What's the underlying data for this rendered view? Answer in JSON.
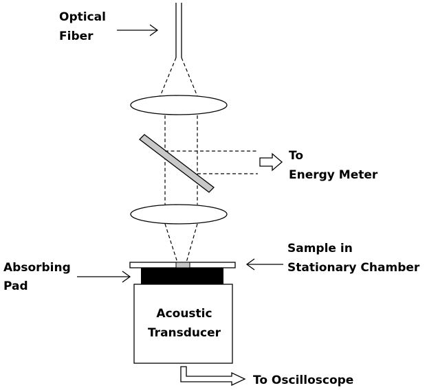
{
  "labels": {
    "optical_fiber": [
      "Optical",
      "Fiber"
    ],
    "energy_meter": [
      "To",
      "Energy Meter"
    ],
    "sample": [
      "Sample in",
      "Stationary Chamber"
    ],
    "absorbing_pad": [
      "Absorbing",
      "Pad"
    ],
    "transducer": [
      "Acoustic",
      "Transducer"
    ],
    "oscilloscope": "To Oscilloscope"
  },
  "colors": {
    "line": "#000000",
    "mirror_fill": "#c8c8c8",
    "sample_fill": "#c8c8c8",
    "pad_fill": "#000000",
    "background": "#ffffff"
  }
}
